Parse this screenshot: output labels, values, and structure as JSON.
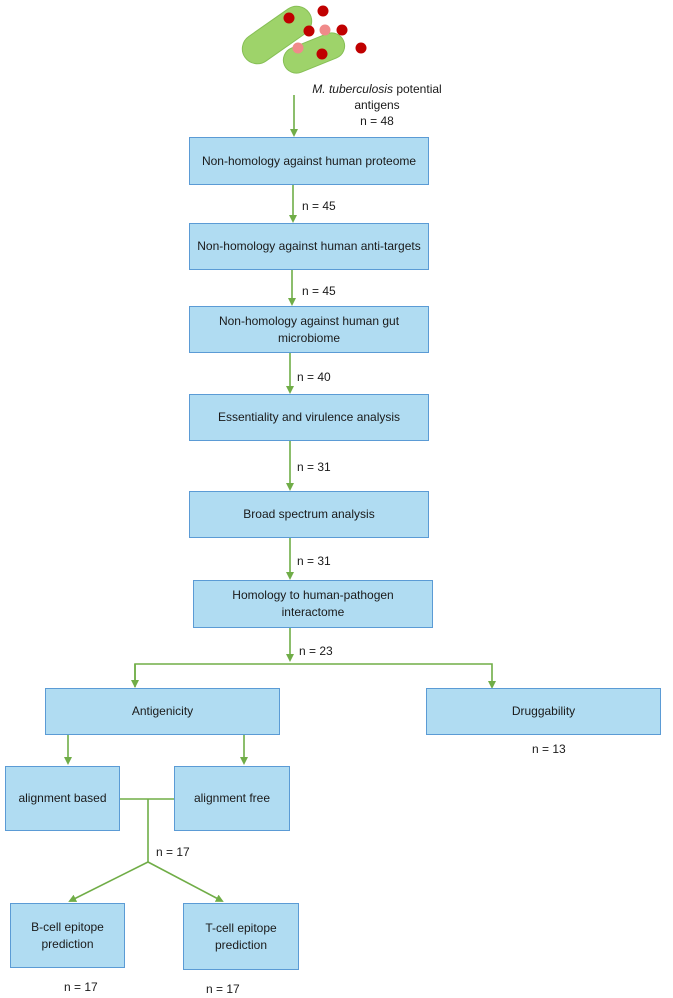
{
  "source": {
    "species": "M. tuberculosis",
    "text": "potential antigens",
    "count": "n = 48"
  },
  "steps": [
    {
      "label": "Non-homology against human proteome"
    },
    {
      "label": "Non-homology against human anti-targets"
    },
    {
      "label": "Non-homology against human gut microbiome"
    },
    {
      "label": "Essentiality and virulence analysis"
    },
    {
      "label": "Broad spectrum analysis"
    },
    {
      "label": "Homology to human-pathogen interactome"
    }
  ],
  "counts": {
    "after_proteome": "n = 45",
    "after_antitargets": "n = 45",
    "after_microbiome": "n = 40",
    "after_essentiality": "n = 31",
    "after_broad": "n = 31",
    "after_interactome": "n = 23",
    "after_alignment": "n = 17",
    "druggability": "n = 13",
    "bcell": "n = 17",
    "tcell": "n = 17"
  },
  "branches": {
    "antigenicity": "Antigenicity",
    "druggability": "Druggability",
    "alignment_based": "alignment based",
    "alignment_free": "alignment free",
    "bcell": "B-cell epitope prediction",
    "tcell": "T-cell epitope prediction"
  },
  "colors": {
    "box_fill": "#b0dcf2",
    "box_border": "#5b9bd5",
    "arrow": "#70ad47",
    "bacteria": "#9ed36a",
    "dot_red": "#c00000",
    "dot_pink": "#f08a8a"
  }
}
